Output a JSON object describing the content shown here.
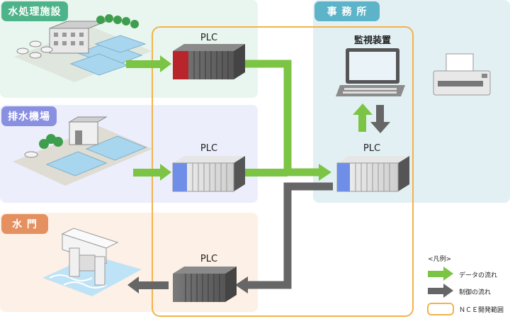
{
  "zones": {
    "water_treatment": {
      "label": "水処理施設",
      "color": "#4fb38a"
    },
    "drainage_pump": {
      "label": "排水機場",
      "color": "#8a90e0"
    },
    "water_gate": {
      "label": "水 門",
      "color": "#e59060"
    },
    "office": {
      "label": "事 務 所",
      "color": "#5db4c8"
    }
  },
  "plc": {
    "treatment": "PLC",
    "pump": "PLC",
    "gate": "PLC",
    "office": "PLC"
  },
  "monitor": {
    "label": "監視装置"
  },
  "legend": {
    "title": "<凡例>",
    "data_flow": "データの流れ",
    "control_flow": "制御の流れ",
    "nce_scope": "ＮＣＥ開発範囲"
  },
  "colors": {
    "data_arrow": "#7cc444",
    "control_arrow": "#666666",
    "scope_border": "#f3b34a"
  }
}
